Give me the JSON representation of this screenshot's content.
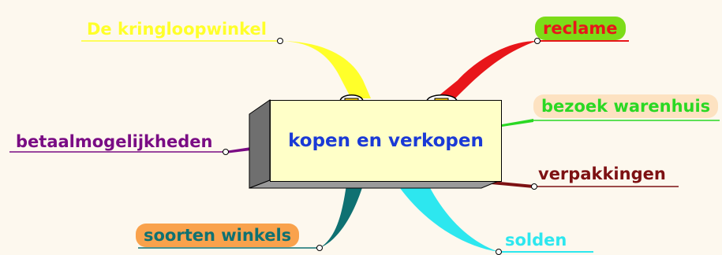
{
  "center": {
    "label": "kopen en verkopen",
    "color": "#1b3ad6"
  },
  "branches": [
    {
      "label": "De kringloopwinkel",
      "color": "#ffff2a",
      "style": "underline"
    },
    {
      "label": "reclame",
      "color": "#e8161a",
      "bg": "#7cdc18",
      "style": "pill"
    },
    {
      "label": "bezoek warenhuis",
      "color": "#2ad823",
      "bg": "#fde2c1",
      "style": "pill"
    },
    {
      "label": "verpakkingen",
      "color": "#7d1113",
      "style": "underline"
    },
    {
      "label": "solden",
      "color": "#2de7ef",
      "style": "underline"
    },
    {
      "label": "soorten winkels",
      "color": "#0f7172",
      "bg": "#f9a24c",
      "style": "pill"
    },
    {
      "label": "betaalmogelijkheden",
      "color": "#7a0c84",
      "style": "underline"
    }
  ]
}
